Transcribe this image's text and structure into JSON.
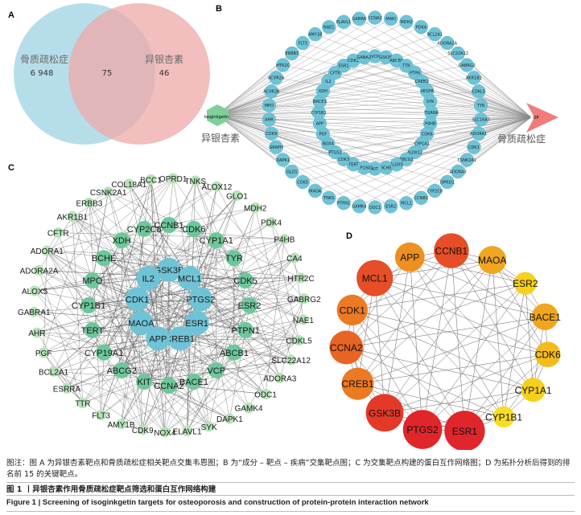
{
  "panelA": {
    "label": "A",
    "left_label": "骨质疏松症",
    "right_label": "异银杏素",
    "left_count": "6 948",
    "overlap_count": "75",
    "right_count": "46",
    "left_color": "#a9d8e6",
    "right_color": "#eea8a8"
  },
  "panelB": {
    "label": "B",
    "source_label": "异银杏素",
    "source_node": "Isoginkgetin",
    "target_label": "骨质疏松症",
    "target_node": "OP",
    "node_color": "#6fc3d6",
    "source_color": "#7fcf9a",
    "target_color": "#f07c7c",
    "outer": [
      "CCNA2",
      "MAKI",
      "MDH2",
      "PDK4",
      "BCL2A1",
      "ADORA2A",
      "SLC22A12",
      "GABRG2",
      "AKR1B1",
      "CDKL5",
      "TYR",
      "SLC16A3",
      "ADORA1",
      "CDK1",
      "CSNK2A1",
      "ADORA3",
      "OPRD1",
      "CYP2C8",
      "CCNB1",
      "MCL1",
      "ESR2",
      "ODC1",
      "GAMK4",
      "PTPN1",
      "TNKS",
      "MAOA",
      "CDK5",
      "GLO1",
      "DAPK1",
      "GRAPH",
      "CDK9",
      "AHR",
      "MPO",
      "ACVR2B",
      "ACVR2A",
      "HTR2C",
      "ERBB3",
      "FLT3",
      "AMY1B",
      "NAE1",
      "ELAVL1",
      "GABRA"
    ],
    "inner": [
      "VCP",
      "GSK3B",
      "ABCB1",
      "TTR",
      "PTPN",
      "CREB1",
      "VEGFA",
      "SYK",
      "TGRRA",
      "P4HB",
      "CDK6",
      "CYP1A1",
      "ALOX12",
      "ABCG2",
      "ALOX5",
      "BCHE",
      "KIT",
      "CYP19A1",
      "TERT",
      "CDK3",
      "PTGS2",
      "NOX4",
      "PGF",
      "APP",
      "CYP1B1",
      "BACE1",
      "XDH",
      "IL2",
      "CFTR",
      "ESR1",
      "CDK2",
      "GANA2"
    ]
  },
  "panelC": {
    "label": "C",
    "node_color": "#6dc79a",
    "hub_color": "#6fc3d6",
    "light_color": "#b6e3b6",
    "hubs": [
      "GSK3B",
      "MCL1",
      "PTGS2",
      "ESR1",
      "CREB1",
      "APP",
      "MAOA",
      "CDK1",
      "IL2"
    ],
    "mid": [
      "CCNB1",
      "CDK6",
      "CYP1A1",
      "TYR",
      "CDK5",
      "ESR2",
      "PTPN1",
      "ABCB1",
      "VCP",
      "BACE1",
      "CCNA2",
      "KIT",
      "ABCG2",
      "CYP19A1",
      "TERT",
      "CYP1B1",
      "MPO",
      "BCHE",
      "XDH",
      "CYP2C8"
    ],
    "outer": [
      "COL18A1",
      "BCC1",
      "OPRD1",
      "TNKS",
      "ALOX12",
      "GLO1",
      "MDH2",
      "PDK4",
      "P4HB",
      "CA4",
      "HTR2C",
      "GABRG2",
      "NAE1",
      "CDKL5",
      "SLC22A12",
      "ADORA3",
      "ODC1",
      "GAMK4",
      "DAPK1",
      "SYK",
      "ELAVL1",
      "NOX4",
      "CDK9",
      "AMY1B",
      "FLT3",
      "TTR",
      "ESRRA",
      "BCL2A1",
      "PGF",
      "AHR",
      "GABRA1",
      "ALOX5",
      "ADORA2A",
      "ADORA1",
      "CFTR",
      "AKR1B1",
      "ERBB3",
      "CSNK2A1"
    ]
  },
  "panelD": {
    "label": "D",
    "nodes": [
      {
        "name": "APP",
        "rank": 9
      },
      {
        "name": "CCNB1",
        "rank": 5
      },
      {
        "name": "MAOA",
        "rank": 10
      },
      {
        "name": "ESR2",
        "rank": 14
      },
      {
        "name": "BACE1",
        "rank": 11
      },
      {
        "name": "CDK6",
        "rank": 12
      },
      {
        "name": "CYP1A1",
        "rank": 13
      },
      {
        "name": "CYP1B1",
        "rank": 15
      },
      {
        "name": "ESR1",
        "rank": 1
      },
      {
        "name": "PTGS2",
        "rank": 2
      },
      {
        "name": "GSK3B",
        "rank": 3
      },
      {
        "name": "CREB1",
        "rank": 7
      },
      {
        "name": "CCNA2",
        "rank": 6
      },
      {
        "name": "CDK1",
        "rank": 8
      },
      {
        "name": "MCL1",
        "rank": 4
      }
    ]
  },
  "caption": {
    "note": "图注：图 A 为异银杏素靶点和骨质疏松症相关靶点交集韦恩图；B 为“成分 – 靶点 – 疾病”交集靶点图；C 为交集靶点构建的蛋白互作网络图；D 为拓扑分析后得到的排名前 15 的关键靶点。",
    "zh": "图 1 丨异银杏素作用骨质疏松症靶点筛选和蛋白互作网络构建",
    "en": "Figure 1 | Screening of isoginkgetin targets for osteoporosis and construction of protein-protein interaction network"
  }
}
